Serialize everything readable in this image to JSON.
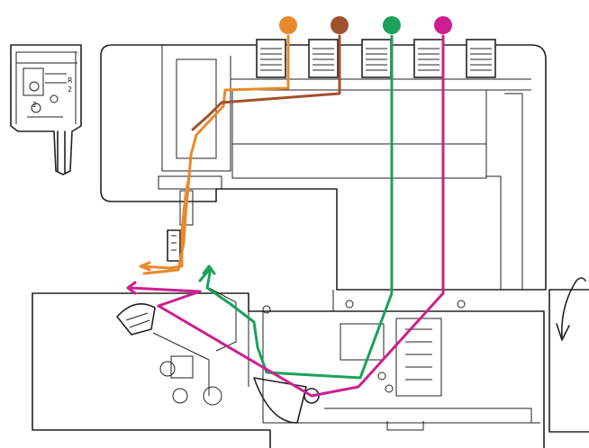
{
  "inset": {
    "needle_labels": [
      "R",
      "2"
    ],
    "tension_number": "2"
  },
  "thread_colors": {
    "orange": "#E8892C",
    "brown": "#A0522D",
    "green": "#1AA25A",
    "magenta": "#CC1F8F"
  },
  "spools": [
    {
      "name": "orange",
      "color": "#E8892C"
    },
    {
      "name": "brown",
      "color": "#A0522D"
    },
    {
      "name": "green",
      "color": "#1AA25A"
    },
    {
      "name": "magenta",
      "color": "#CC1F8F"
    }
  ]
}
